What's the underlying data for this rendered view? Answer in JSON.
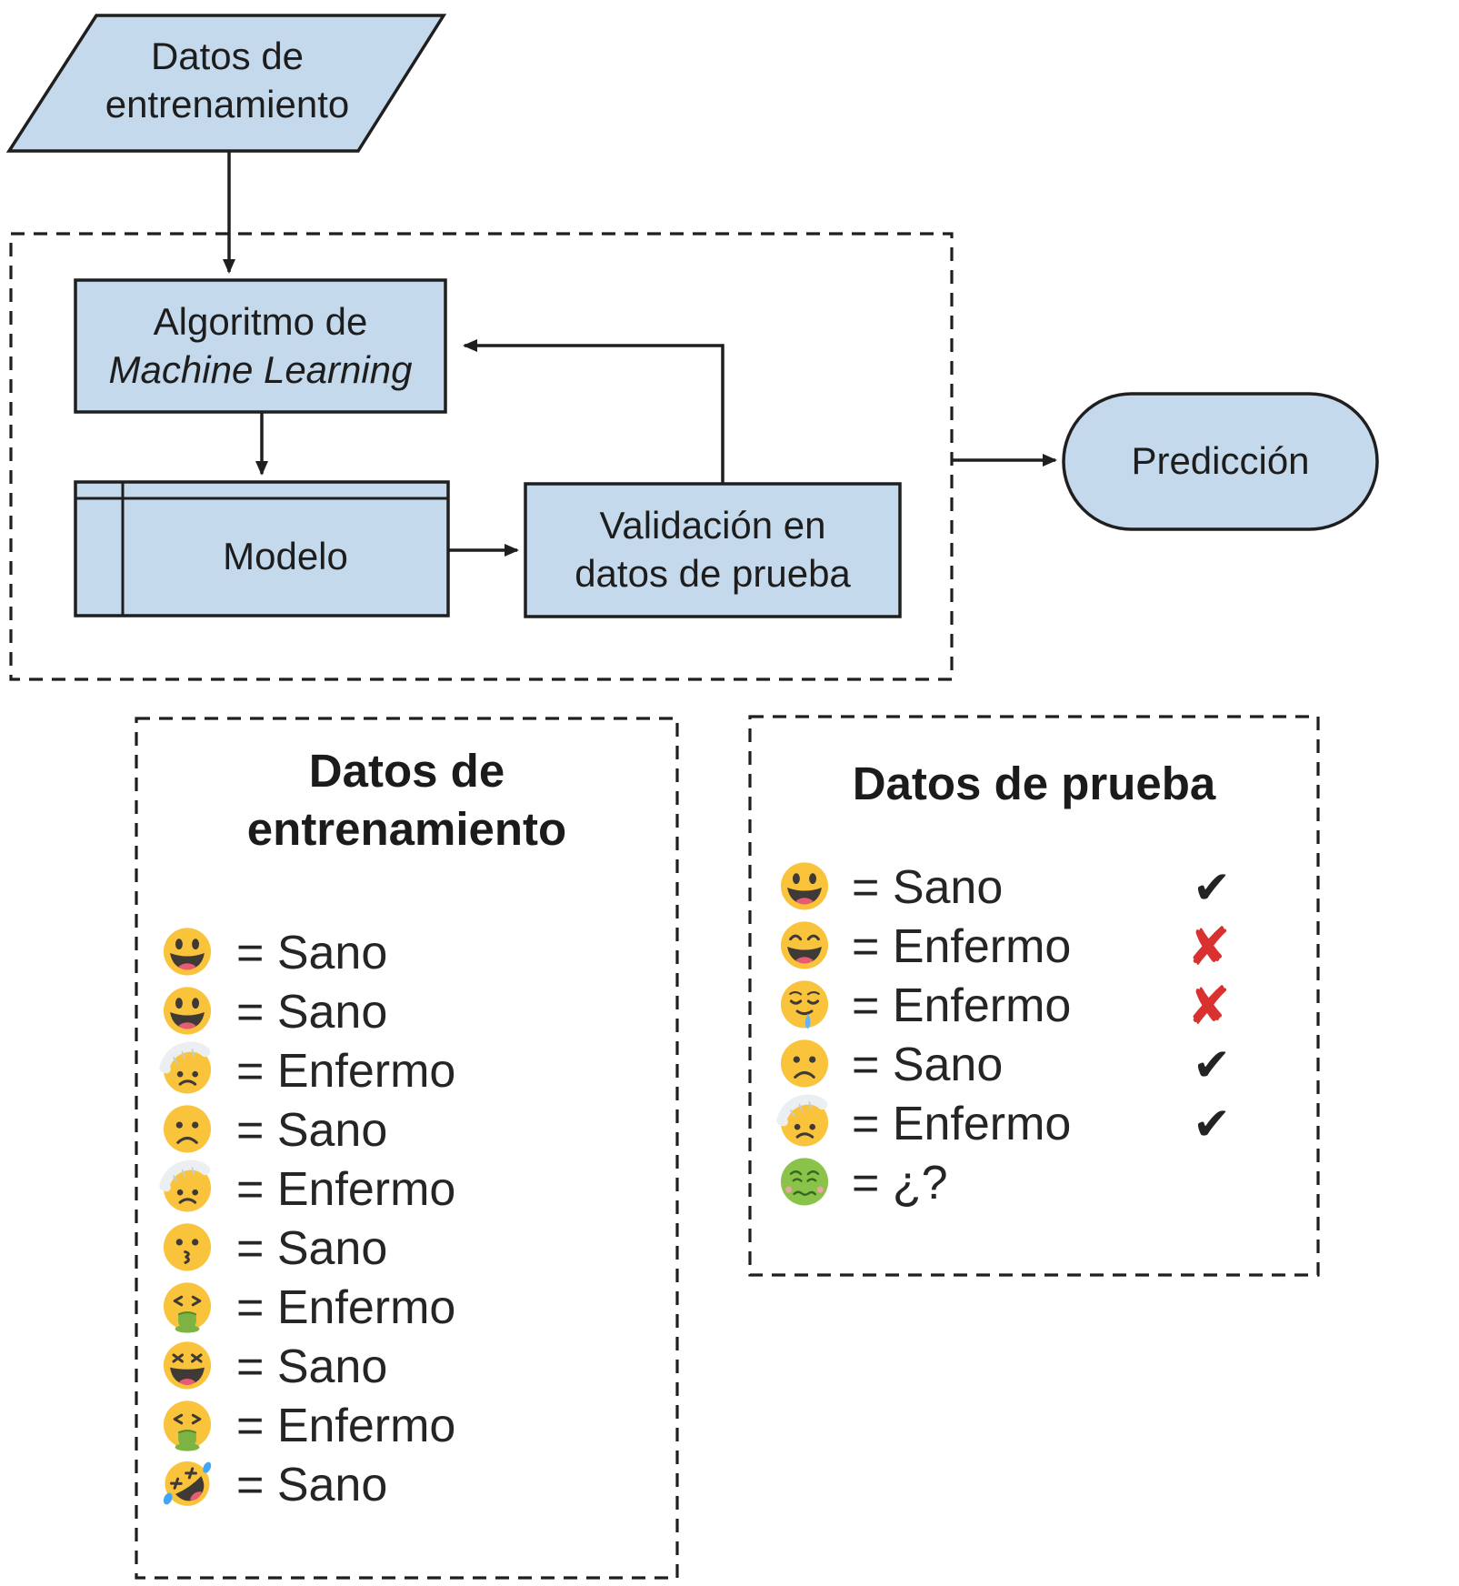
{
  "theme": {
    "node_fill": "#c5d9ec",
    "line_color": "#1f1f1f",
    "text_color": "#1d1d1d",
    "check_color": "#232323",
    "cross_color": "#d93030",
    "emoji_yellow": "#f9c33c",
    "emoji_green": "#8bc34a",
    "bg": "#ffffff"
  },
  "flowchart": {
    "input_node": {
      "lines": [
        "Datos de",
        "entrenamiento"
      ]
    },
    "algorithm_node": {
      "line1": "Algoritmo de",
      "line2": "Machine Learning"
    },
    "model_node": {
      "label": "Modelo"
    },
    "validation_node": {
      "lines": [
        "Validación en",
        "datos de prueba"
      ]
    },
    "prediction_node": {
      "label": "Predicción"
    }
  },
  "training_legend": {
    "title_lines": [
      "Datos de",
      "entrenamiento"
    ],
    "rows": [
      {
        "emoji": "grin-tongue",
        "label": "= Sano"
      },
      {
        "emoji": "grin-tongue",
        "label": "= Sano"
      },
      {
        "emoji": "head-bandage",
        "label": "= Enfermo"
      },
      {
        "emoji": "frown",
        "label": "= Sano"
      },
      {
        "emoji": "head-bandage",
        "label": "= Enfermo"
      },
      {
        "emoji": "kissing",
        "label": "= Sano"
      },
      {
        "emoji": "vomit",
        "label": "= Enfermo"
      },
      {
        "emoji": "squint-laugh",
        "label": "= Sano"
      },
      {
        "emoji": "vomit",
        "label": "= Enfermo"
      },
      {
        "emoji": "rofl",
        "label": "= Sano"
      }
    ]
  },
  "test_legend": {
    "title": "Datos de prueba",
    "rows": [
      {
        "emoji": "grin-tongue",
        "label": "= Sano",
        "mark": "check",
        "mark_glyph": "✔"
      },
      {
        "emoji": "grin-smile-eyes",
        "label": "= Enfermo",
        "mark": "cross",
        "mark_glyph": "✘"
      },
      {
        "emoji": "drool",
        "label": "= Enfermo",
        "mark": "cross",
        "mark_glyph": "✘"
      },
      {
        "emoji": "frown",
        "label": "= Sano",
        "mark": "check",
        "mark_glyph": "✔"
      },
      {
        "emoji": "head-bandage",
        "label": "= Enfermo",
        "mark": "check",
        "mark_glyph": "✔"
      },
      {
        "emoji": "nauseated",
        "label": "= ¿?",
        "mark": "none",
        "mark_glyph": ""
      }
    ]
  }
}
